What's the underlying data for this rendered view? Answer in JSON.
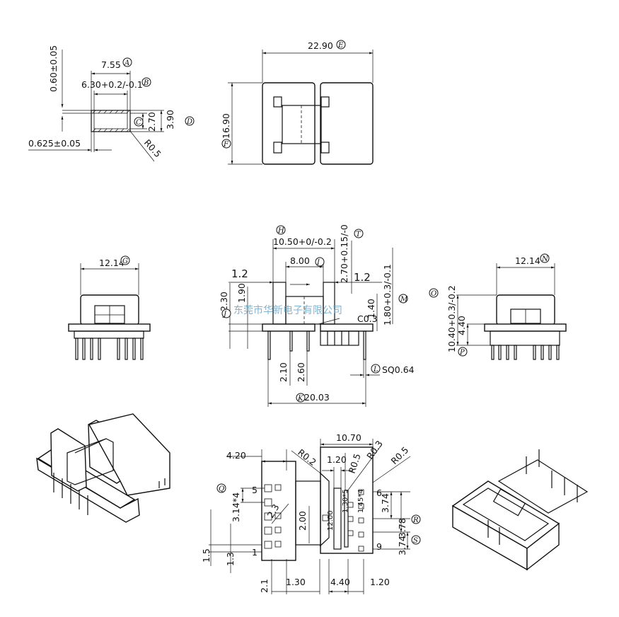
{
  "dims": {
    "d_060": "0.60±0.05",
    "d_755": "7.55",
    "d_630": "6.30+0.2/-0.1",
    "d_270a": "2.70",
    "d_390": "3.90",
    "d_0625": "0.625±0.05",
    "d_r05a": "R0.5",
    "d_2290": "22.90",
    "d_1690": "16.90",
    "d_1214g": "12.14",
    "d_1050": "10.50+0/-0.2",
    "d_270b": "2.70+0.15/-0",
    "d_800": "8.00",
    "d_12l": "1.2",
    "d_12r": "1.2",
    "d_180": "1.80+0.3/-0.1",
    "d_230": "2.30",
    "d_190": "1.90",
    "d_140": "1.40",
    "d_c03": "C0.3",
    "d_210": "2.10",
    "d_260": "2.60",
    "d_sq064": "SQ0.64",
    "d_2003": "20.03",
    "d_1214n": "12.14",
    "d_1040": "10.40+0.3/-0.2",
    "d_440a": "4.40",
    "d_420": "4.20",
    "d_1070": "10.70",
    "d_r02": "R0.2",
    "d_120a": "1.20",
    "d_r05b": "R0.5",
    "d_r03": "R0.3",
    "d_r05c": "R0.5",
    "d_314": "3.14*4",
    "d_23": "2.3",
    "d_200": "2.00",
    "d_1200": "12.00",
    "d_1305": "1.30*5",
    "d_145": "1.45*4",
    "d_374a": "3.74",
    "d_378": "3.78",
    "d_374b": "3.74",
    "d_15": "1.5",
    "d_13": "1.3",
    "d_21": "2.1",
    "d_130": "1.30",
    "d_440b": "4.40",
    "d_120b": "1.20"
  },
  "pins": {
    "p5": "5",
    "p1": "1",
    "p6": "6",
    "p9": "9"
  },
  "tags": {
    "A": "A",
    "B": "B",
    "C": "C",
    "D": "D",
    "E": "E",
    "F": "F",
    "G": "G",
    "H": "H",
    "I": "I",
    "J": "J",
    "K": "K",
    "L": "L",
    "M": "M",
    "N": "N",
    "O": "O",
    "P": "P",
    "Q": "Q",
    "R": "R",
    "S": "S",
    "T": "T"
  },
  "watermark": "东莞市华新电子有限公司"
}
